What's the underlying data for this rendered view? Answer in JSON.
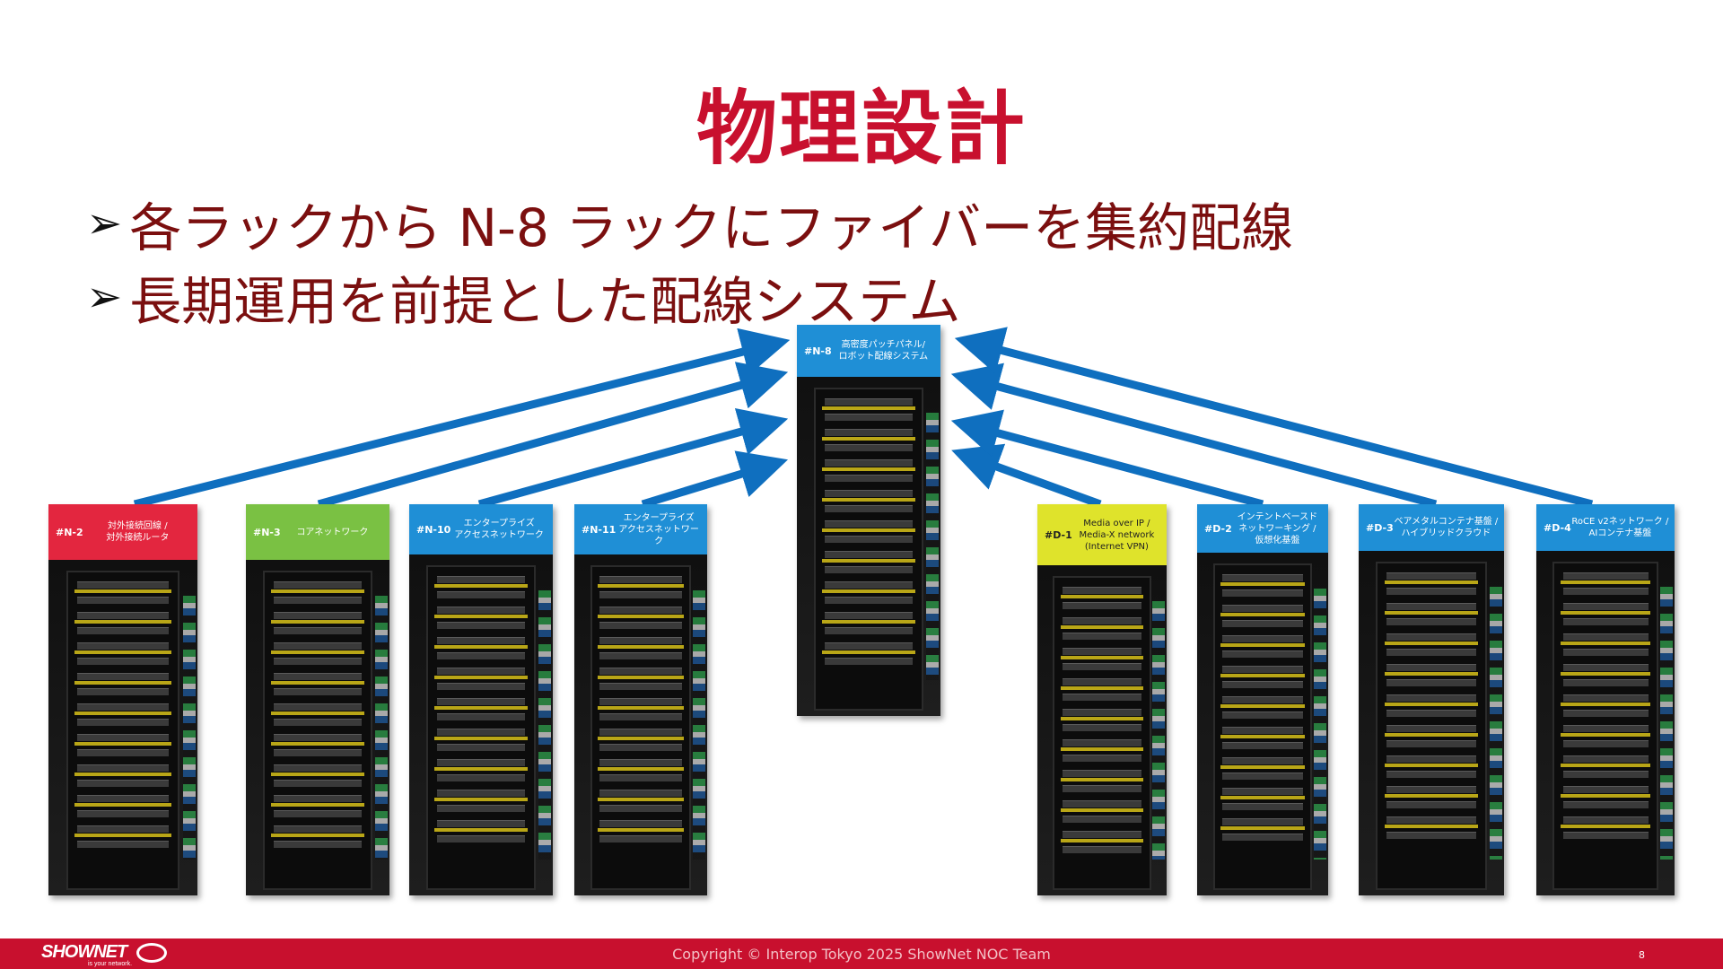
{
  "slide": {
    "title": "物理設計",
    "bullets": [
      "各ラックから N-8 ラックにファイバーを集約配線",
      "長期運用を前提とした配線システム"
    ],
    "bullet_marker": "➢"
  },
  "racks": {
    "center": {
      "id": "#N-8",
      "label": "高密度パッチパネル/\nロボット配線システム",
      "color": "#1f8fd6"
    },
    "n2": {
      "id": "#N-2",
      "label": "対外接続回線 /\n対外接続ルータ",
      "color": "#e3263f"
    },
    "n3": {
      "id": "#N-3",
      "label": "コアネットワーク",
      "color": "#7ac143"
    },
    "n10": {
      "id": "#N-10",
      "label": "エンタープライズ\nアクセスネットワーク",
      "color": "#1f8fd6"
    },
    "n11": {
      "id": "#N-11",
      "label": "エンタープライズ\nアクセスネットワーク",
      "color": "#1f8fd6"
    },
    "d1": {
      "id": "#D-1",
      "label": "Media over IP /\nMedia-X network\n(Internet VPN)",
      "color": "#dfe32b"
    },
    "d2": {
      "id": "#D-2",
      "label": "インテントベースド\nネットワーキング /\n仮想化基盤",
      "color": "#1f8fd6"
    },
    "d3": {
      "id": "#D-3",
      "label": "ベアメタルコンテナ基盤 /\nハイブリッドクラウド",
      "color": "#1f8fd6"
    },
    "d4": {
      "id": "#D-4",
      "label": "RoCE v2ネットワーク /\nAIコンテナ基盤",
      "color": "#1f8fd6"
    }
  },
  "footer": {
    "logo": "SHOWNET",
    "tagline": "is your network.",
    "copyright": "Copyright © Interop Tokyo 2025 ShowNet NOC Team",
    "page_number": "8"
  },
  "colors": {
    "title": "#c8102e",
    "bullet_text": "#7b0f0f",
    "arrow": "#0f6fbf",
    "footer_bg": "#c8102e"
  }
}
